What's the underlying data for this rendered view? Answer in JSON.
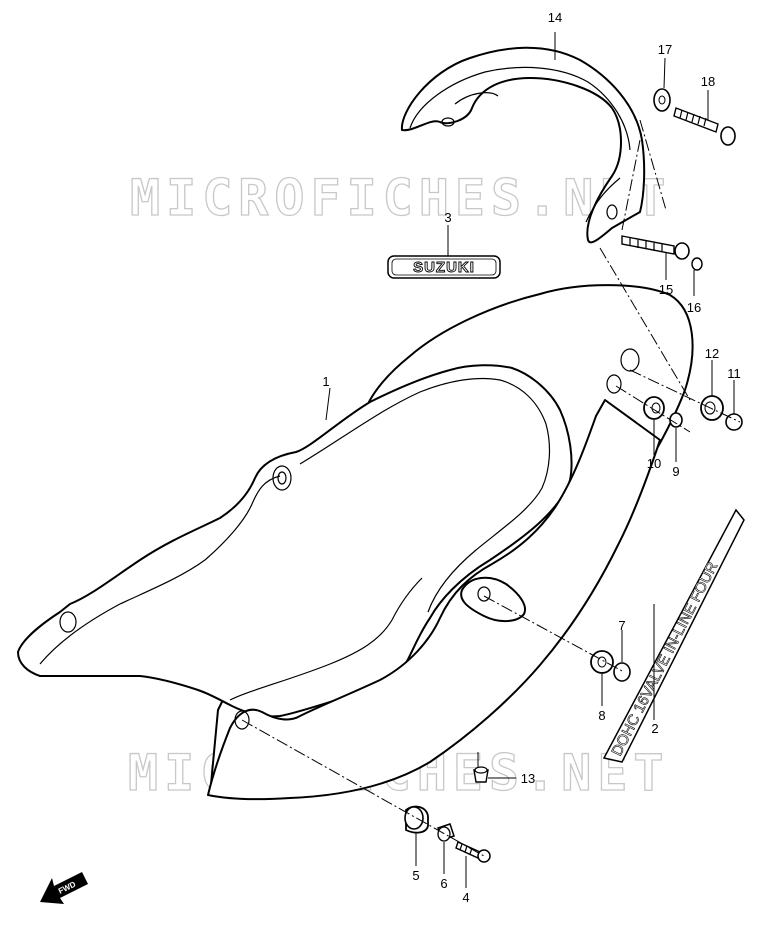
{
  "watermark": "MICROFICHES.NET",
  "brand_emblem": "SUZUKI",
  "side_decal": "DOHC 16VALVE IN-LINE FOUR",
  "direction_arrow": "FWD",
  "callouts": [
    "1",
    "2",
    "3",
    "4",
    "5",
    "6",
    "7",
    "8",
    "9",
    "10",
    "11",
    "12",
    "13",
    "14",
    "15",
    "16",
    "17",
    "18"
  ]
}
